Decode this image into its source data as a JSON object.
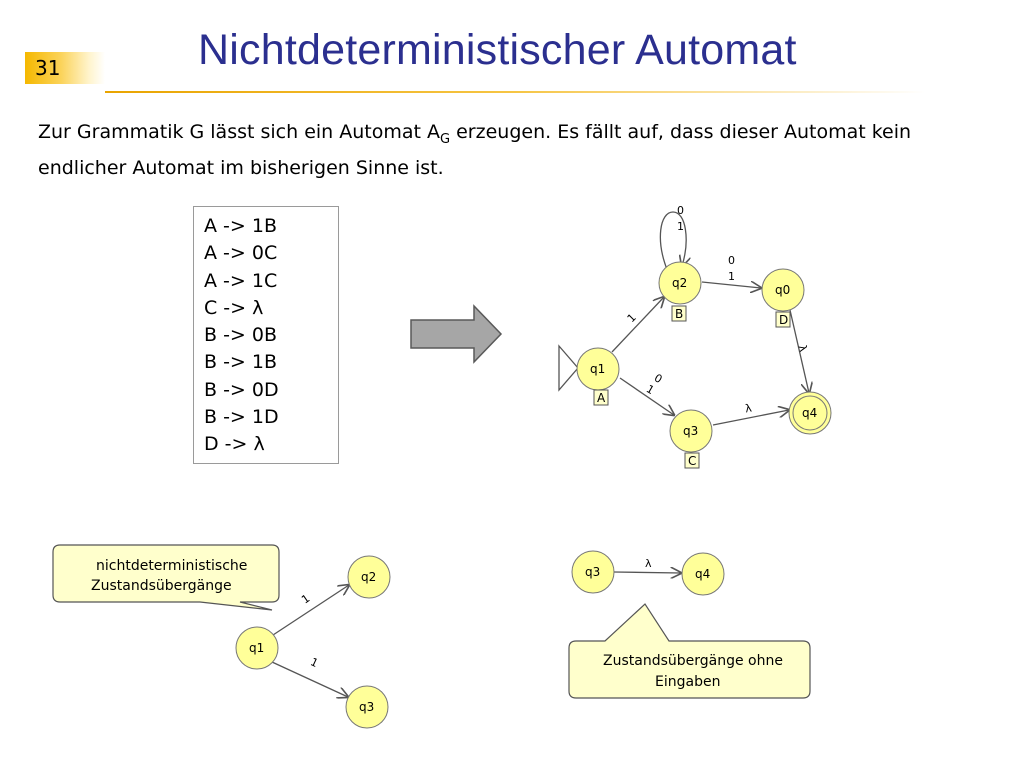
{
  "slide": {
    "number": "31",
    "title": "Nichtdeterministischer Automat"
  },
  "intro": {
    "line1_a": "Zur Grammatik G lässt sich ein Automat A",
    "line1_sub": "G",
    "line1_b": " erzeugen. Es fällt auf, dass dieser Automat kein",
    "line2": "endlicher Automat im bisherigen Sinne ist."
  },
  "grammar": [
    "A -> 1B",
    "A -> 0C",
    "A -> 1C",
    "C -> λ",
    "B -> 0B",
    "B -> 1B",
    "B -> 0D",
    "B -> 1D",
    "D -> λ"
  ],
  "automaton": {
    "states": {
      "q2": "q2",
      "q0": "q0",
      "q1": "q1",
      "q3": "q3",
      "q4": "q4"
    },
    "tags": {
      "q2": "B",
      "q0": "D",
      "q1": "A",
      "q3": "C"
    },
    "edges": {
      "q2_self_0": "0",
      "q2_self_1": "1",
      "q2_q0_0": "0",
      "q2_q0_1": "1",
      "q1_q2": "1",
      "q1_q3_0": "0",
      "q1_q3_1": "1",
      "q0_q4": "λ",
      "q3_q4": "λ"
    }
  },
  "example_nd": {
    "callout": [
      "nichtdeterministische",
      "Zustandsübergänge"
    ],
    "q1": "q1",
    "q2": "q2",
    "q3": "q3",
    "edge_q1_q2": "1",
    "edge_q1_q3": "1"
  },
  "example_lambda": {
    "q3": "q3",
    "q4": "q4",
    "edge": "λ",
    "callout": [
      "Zustandsübergänge ohne",
      "Eingaben"
    ]
  },
  "colors": {
    "title": "#2b2f8f",
    "node_fill": "#ffff99",
    "callout_fill": "#ffffcc",
    "arrow_fill": "#a6a6a6",
    "accent": "#f5b800"
  }
}
